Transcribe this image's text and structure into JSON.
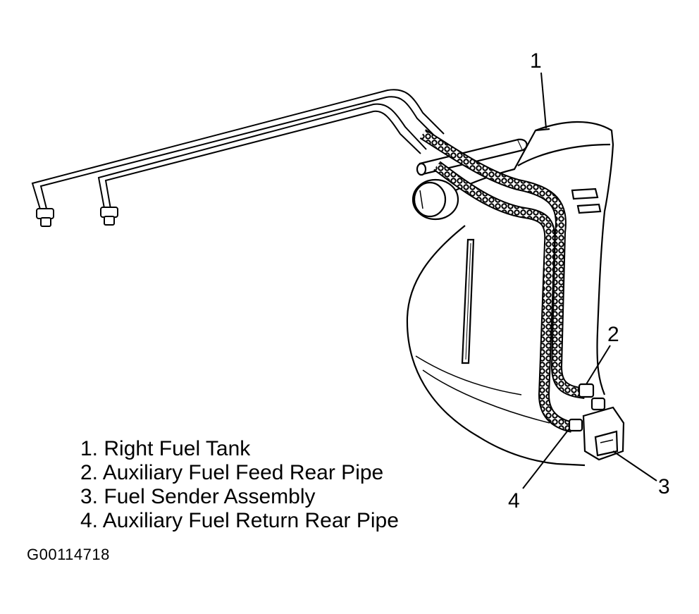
{
  "callouts": {
    "c1": "1",
    "c2": "2",
    "c3": "3",
    "c4": "4"
  },
  "legend": [
    {
      "number": "1.",
      "text": "Right Fuel Tank"
    },
    {
      "number": "2.",
      "text": "Auxiliary Fuel Feed Rear Pipe"
    },
    {
      "number": "3.",
      "text": "Fuel Sender Assembly"
    },
    {
      "number": "4.",
      "text": "Auxiliary Fuel Return Rear Pipe"
    }
  ],
  "figure_id": "G00114718",
  "colors": {
    "ink": "#000000",
    "background": "#ffffff"
  }
}
